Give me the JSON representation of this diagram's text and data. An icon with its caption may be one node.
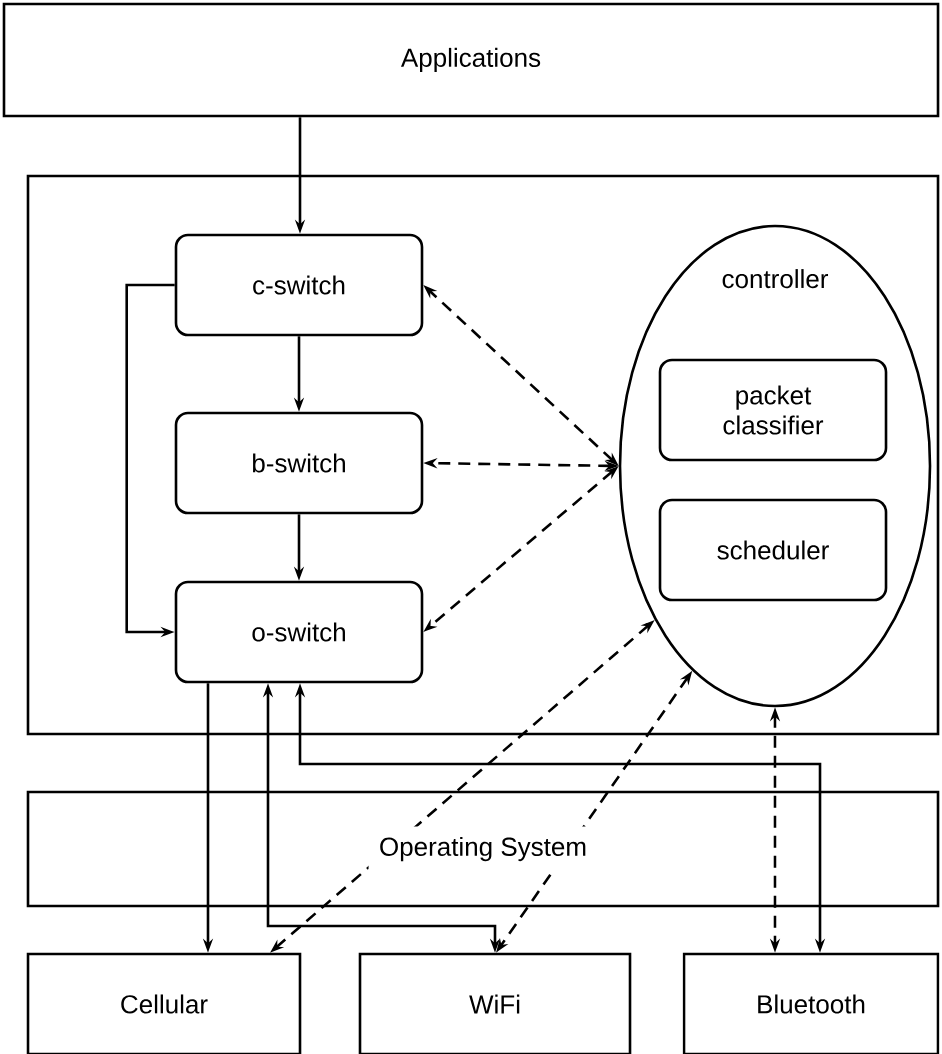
{
  "diagram": {
    "nodes": [
      {
        "text": [
          "Applications"
        ]
      },
      {
        "text": [],
        "shape": "box"
      },
      {
        "text": [
          "c-switch"
        ],
        "in": 1
      },
      {
        "text": [
          "b-switch"
        ],
        "in": 1
      },
      {
        "text": [
          "o-switch"
        ],
        "in": 1
      },
      {
        "text": [
          "controller"
        ],
        "in": 1
      },
      {
        "text": [
          "packet classifier"
        ],
        "in": 5
      },
      {
        "text": [
          "scheduler"
        ],
        "in": 5
      },
      {
        "text": [
          "Operating System"
        ]
      },
      {
        "text": [
          "Cellular"
        ]
      },
      {
        "text": [
          "WiFi"
        ]
      },
      {
        "text": [
          "Bluetooth"
        ]
      }
    ],
    "edges": [
      {
        "from": 0,
        "to": 2,
        "arrow": "to"
      },
      {
        "from": 2,
        "to": 3,
        "arrow": "to"
      },
      {
        "from": 3,
        "to": 4,
        "arrow": "to"
      },
      {
        "from": 2,
        "to": 4,
        "arrow": "to"
      },
      {
        "from": 5,
        "to": 2,
        "arrow": "both",
        "style": "dashed"
      },
      {
        "from": 5,
        "to": 3,
        "arrow": "both",
        "style": "dashed"
      },
      {
        "from": 5,
        "to": 4,
        "arrow": "both",
        "style": "dashed"
      },
      {
        "from": 4,
        "to": 9,
        "arrow": "to"
      },
      {
        "from": 4,
        "to": 10,
        "arrow": "both"
      },
      {
        "from": 4,
        "to": 11,
        "arrow": "both"
      },
      {
        "from": 5,
        "to": 9,
        "arrow": "both",
        "style": "dashed"
      },
      {
        "from": 5,
        "to": 10,
        "arrow": "both",
        "style": "dashed"
      },
      {
        "from": 5,
        "to": 11,
        "arrow": "both",
        "style": "dashed"
      }
    ]
  }
}
